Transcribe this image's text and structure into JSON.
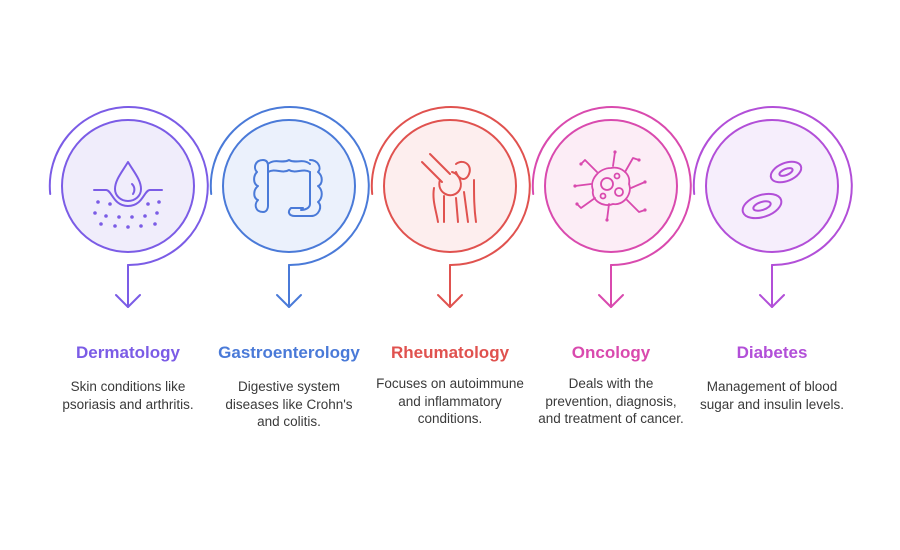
{
  "items": [
    {
      "title": "Dermatology",
      "description": "Skin conditions like psoriasis and arthritis.",
      "color": "#7b5ce6",
      "fill": "#f0edfb",
      "icon": "skin-drop-icon"
    },
    {
      "title": "Gastroenterology",
      "description": "Digestive system diseases like Crohn's and colitis.",
      "color": "#4a7ad8",
      "fill": "#ebf1fc",
      "icon": "intestine-icon"
    },
    {
      "title": "Rheumatology",
      "description": "Focuses on autoimmune and inflammatory conditions.",
      "color": "#e0524f",
      "fill": "#fdeeee",
      "icon": "knee-joint-icon"
    },
    {
      "title": "Oncology",
      "description": "Deals with the prevention, diagnosis, and treatment of cancer.",
      "color": "#d94aae",
      "fill": "#fcedf6",
      "icon": "cancer-cell-icon"
    },
    {
      "title": "Diabetes",
      "description": "Management of blood sugar and insulin levels.",
      "color": "#b24fd8",
      "fill": "#f6eefc",
      "icon": "blood-cells-icon"
    }
  ]
}
